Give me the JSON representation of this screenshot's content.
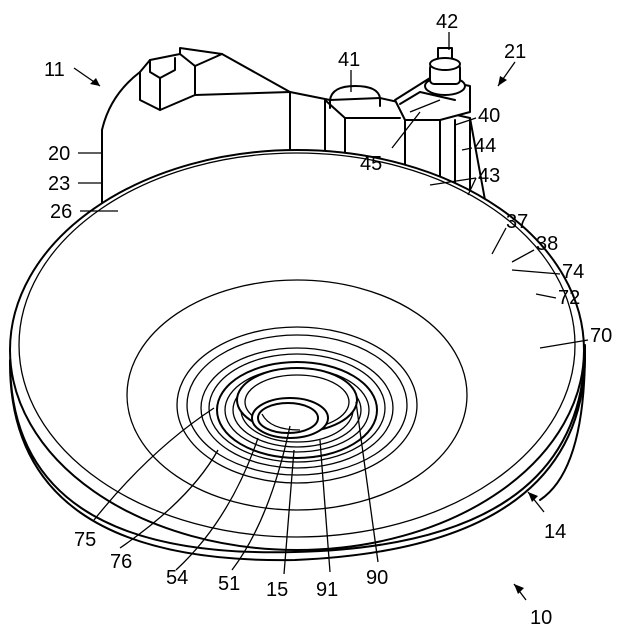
{
  "figure": {
    "reference_numerals": {
      "n11": "11",
      "n20": "20",
      "n23": "23",
      "n26": "26",
      "n41": "41",
      "n42": "42",
      "n21": "21",
      "n40": "40",
      "n44": "44",
      "n45": "45",
      "n43": "43",
      "n37": "37",
      "n38": "38",
      "n74": "74",
      "n72": "72",
      "n70": "70",
      "n75": "75",
      "n76": "76",
      "n54": "54",
      "n51": "51",
      "n15": "15",
      "n91": "91",
      "n90": "90",
      "n14": "14",
      "n10": "10"
    }
  }
}
